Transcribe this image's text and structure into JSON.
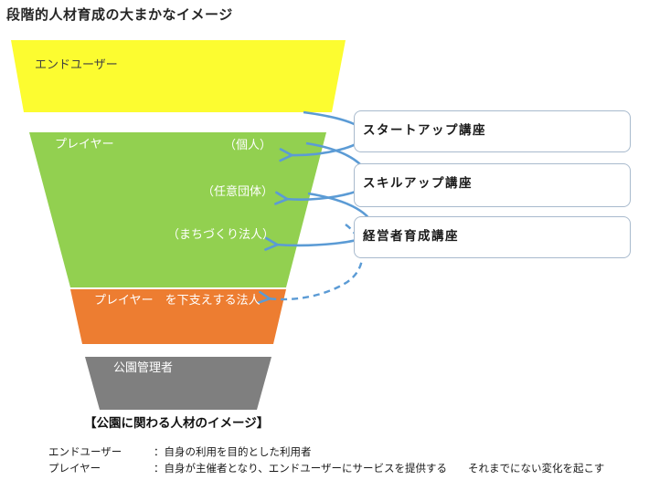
{
  "title": "段階的人材育成の大まかなイメージ",
  "funnel": {
    "end_user": {
      "label": "エンドユーザー"
    },
    "player": {
      "label": "プレイヤー",
      "sub_labels": [
        "（個人）",
        "（任意団体）",
        "（まちづくり法人）"
      ]
    },
    "support": {
      "label": "プレイヤー　を下支えする法人"
    },
    "manager": {
      "label": "公園管理者"
    },
    "caption": "【公園に関わる人材のイメージ】"
  },
  "courses": [
    {
      "label": "スタートアップ講座"
    },
    {
      "label": "スキルアップ講座"
    },
    {
      "label": "経営者育成講座"
    }
  ],
  "legend": [
    {
      "term": "エンドユーザー",
      "desc": "：自身の利用を目的とした利用者"
    },
    {
      "term": "プレイヤー",
      "desc": "：自身が主催者となり、エンドユーザーにサービスを提供する　　それまでにない変化を起こす"
    }
  ],
  "colors": {
    "end_user": "#FCFC30",
    "player": "#92D050",
    "support": "#ED7D31",
    "manager": "#7F7F7F",
    "arrow": "#5B9BD5",
    "course_border": "#A8BACD"
  }
}
